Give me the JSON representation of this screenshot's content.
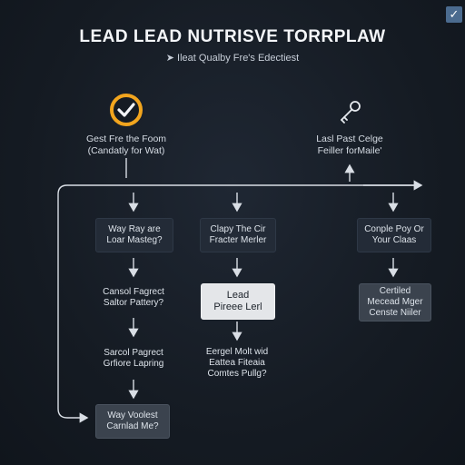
{
  "header": {
    "title": "LEAD LEAD NUTRISVE TORRPLAW",
    "subtitle": "➤ Ileat Qualby Fre's Edectiest"
  },
  "corner": {
    "check": "✓",
    "icon": "checkbox-icon"
  },
  "start": {
    "icon": "check-circle-icon",
    "label_line1": "Gest Fre the Foom",
    "label_line2": "(Candatly for Wat)"
  },
  "end": {
    "icon": "key-icon",
    "label_line1": "Lasl Past Celge",
    "label_line2": "Feiller forMaile'"
  },
  "col1": [
    {
      "line1": "Way Ray are",
      "line2": "Loar Masteg?"
    },
    {
      "line1": "Cansol Fagrect",
      "line2": "Saltor Pattery?"
    },
    {
      "line1": "Sarcol Pagrect",
      "line2": "Grfiore Lapring"
    },
    {
      "line1": "Way Voolest",
      "line2": "Carnlad Me?"
    }
  ],
  "col2": [
    {
      "line1": "Clapy The Cir",
      "line2": "Fracter Merler"
    },
    {
      "line1": "Lead",
      "line2": "Pireee Lerl"
    },
    {
      "line1": "Eergel Molt wid",
      "line2": "Eattea Fiteaia",
      "line3": "Comtes Pullg?"
    }
  ],
  "col3": [
    {
      "line1": "Conple Poy Or",
      "line2": "Your Claas"
    },
    {
      "line1": "Certiled",
      "line2": "Mecead Mger",
      "line3": "Censte Niiler"
    }
  ],
  "colors": {
    "background": "#171d25",
    "start_ring": "#f2a51e",
    "line": "#d9dee5",
    "node_dark": "#232b37",
    "node_light": "#e4e6e9",
    "node_mid": "#3b434e"
  }
}
